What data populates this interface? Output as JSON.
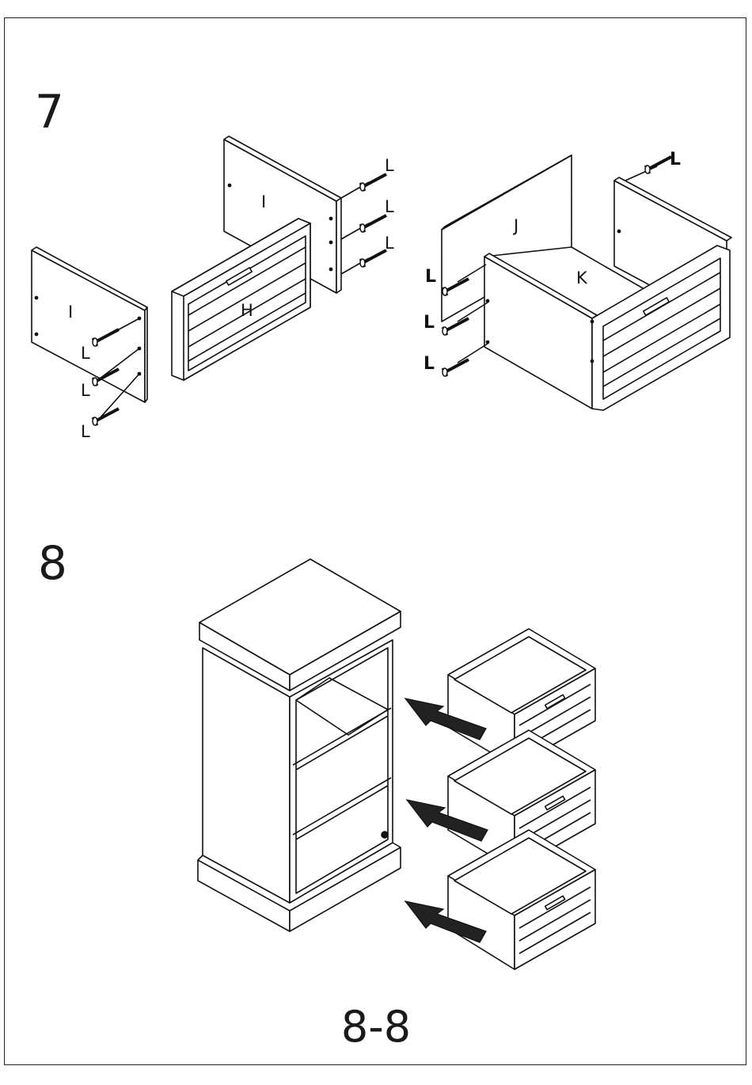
{
  "steps": {
    "step7": "7",
    "step8": "8"
  },
  "page_number": "8-8",
  "parts": {
    "H": "H",
    "I": "I",
    "J": "J",
    "K": "K",
    "L": "L"
  },
  "icons": [
    "screw-icon",
    "arrow-icon"
  ]
}
